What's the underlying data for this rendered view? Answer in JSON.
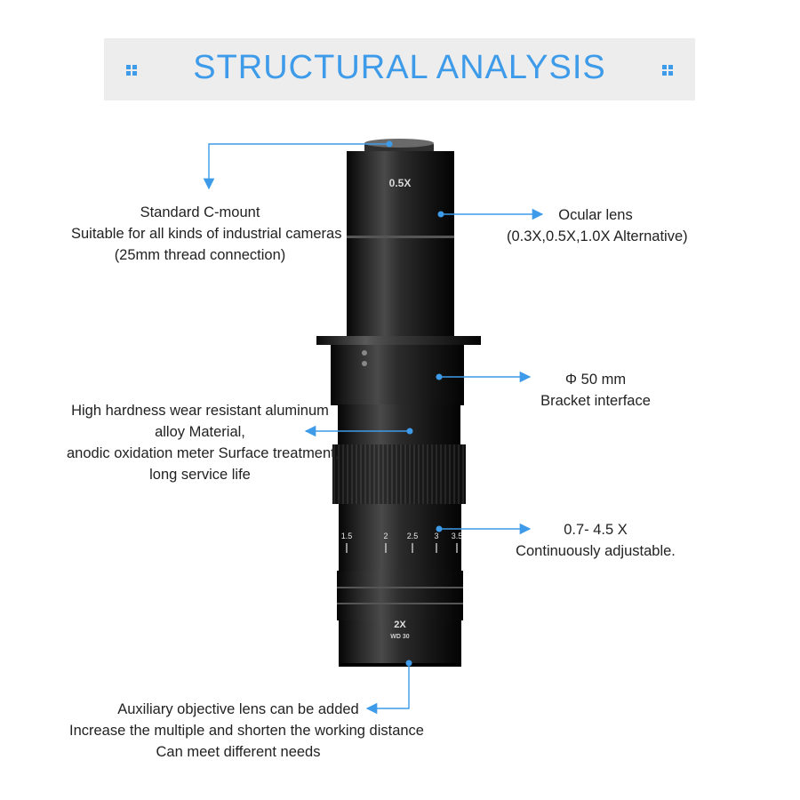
{
  "header": {
    "title": "STRUCTURAL ANALYSIS",
    "left_icon": "grid-dots-icon",
    "right_icon": "grid-dots-icon",
    "accent_color": "#3d9bea",
    "band_color": "#ededed"
  },
  "lens": {
    "ocular_marking": "0.5X",
    "scale_marks": [
      "1.5",
      "2",
      "2.5",
      "3",
      "3.5"
    ],
    "objective_marking": "2X",
    "objective_sub": "WD 30"
  },
  "callouts": {
    "cmount": [
      "Standard C-mount",
      "Suitable for all kinds of industrial cameras",
      "(25mm thread connection)"
    ],
    "ocular": [
      "Ocular lens",
      "(0.3X,0.5X,1.0X Alternative)"
    ],
    "bracket": [
      "Φ 50 mm",
      "Bracket interface"
    ],
    "material": [
      "High hardness wear resistant aluminum",
      "alloy Material,",
      "anodic oxidation meter Surface treatment,",
      "long service life"
    ],
    "zoom": [
      "0.7- 4.5 X",
      "Continuously adjustable."
    ],
    "auxiliary": [
      "Auxiliary objective lens can be added",
      "Increase the multiple and shorten the working distance",
      "Can meet different needs"
    ]
  }
}
